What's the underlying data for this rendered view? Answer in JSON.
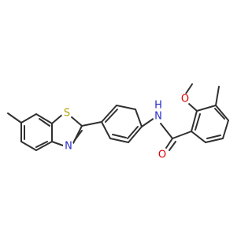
{
  "structure": {
    "atoms": {
      "sulfur": {
        "symbol": "S",
        "color": "#b3a100"
      },
      "thiazole_nitrogen": {
        "symbol": "N",
        "color": "#2a2ad0"
      },
      "amide_nitrogen": {
        "symbol": "N",
        "color": "#2a2ad0"
      },
      "amide_hydrogen": {
        "symbol": "H",
        "color": "#2a2ad0"
      },
      "carbonyl_oxygen": {
        "symbol": "O",
        "color": "#e00000"
      },
      "methoxy_oxygen": {
        "symbol": "O",
        "color": "#e00000"
      }
    },
    "bond_color": "#303030"
  }
}
